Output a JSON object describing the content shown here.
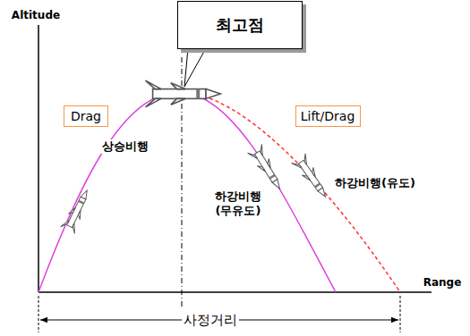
{
  "diagram": {
    "nodes": [
      {
        "text": [
          "최고점"
        ]
      },
      {
        "text": [
          "Drag"
        ]
      },
      {
        "text": [
          "Lift/Drag"
        ]
      }
    ],
    "labels": [
      "Altitude",
      "Range",
      "상승비행",
      "하강비행 (무유도)",
      "하강비행(유도)",
      "사정거리"
    ]
  }
}
